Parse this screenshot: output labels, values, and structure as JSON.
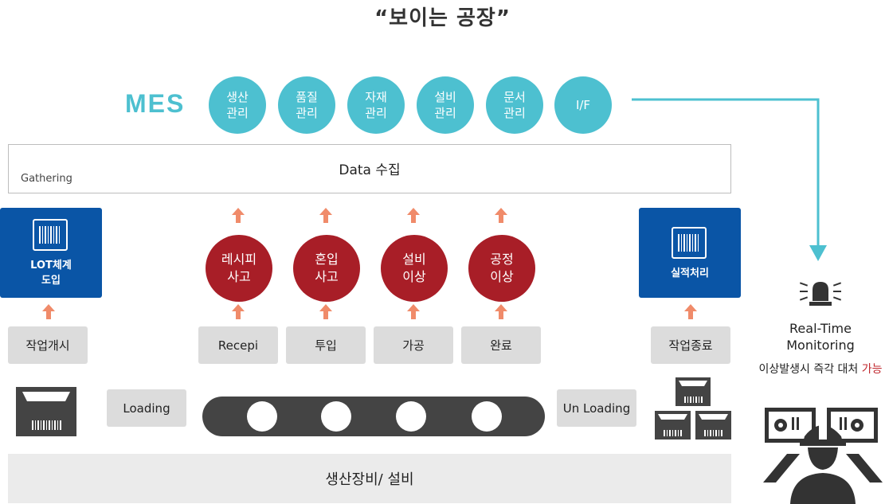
{
  "title": "“보이는 공장”",
  "mes": {
    "label": "MES",
    "items": [
      "생산\n관리",
      "품질\n관리",
      "자재\n관리",
      "설비\n관리",
      "문서\n관리",
      "I/F"
    ]
  },
  "data_collection": {
    "title": "Data 수집",
    "subtitle": "Gathering"
  },
  "lot_box": {
    "label": "LOT체계\n도입"
  },
  "result_box": {
    "label": "실적처리"
  },
  "issues": [
    "레시피\n사고",
    "혼입\n사고",
    "설비\n이상",
    "공정\n이상"
  ],
  "steps": {
    "start": "작업개시",
    "recipe": "Recepi",
    "input": "투입",
    "process": "가공",
    "complete": "완료",
    "end": "작업종료"
  },
  "loading": "Loading",
  "unloading": "Un Loading",
  "equipment": "생산장비/ 설비",
  "monitoring": {
    "title": "Real-Time\nMonitoring",
    "subtitle": "이상발생시 즉각 대처 ",
    "subtitle_accent": "가능"
  },
  "colors": {
    "teal": "#4dc0d0",
    "blue": "#0a55a6",
    "red": "#a81e27",
    "arrow": "#f08b6a",
    "gray": "#dcdcdc"
  }
}
